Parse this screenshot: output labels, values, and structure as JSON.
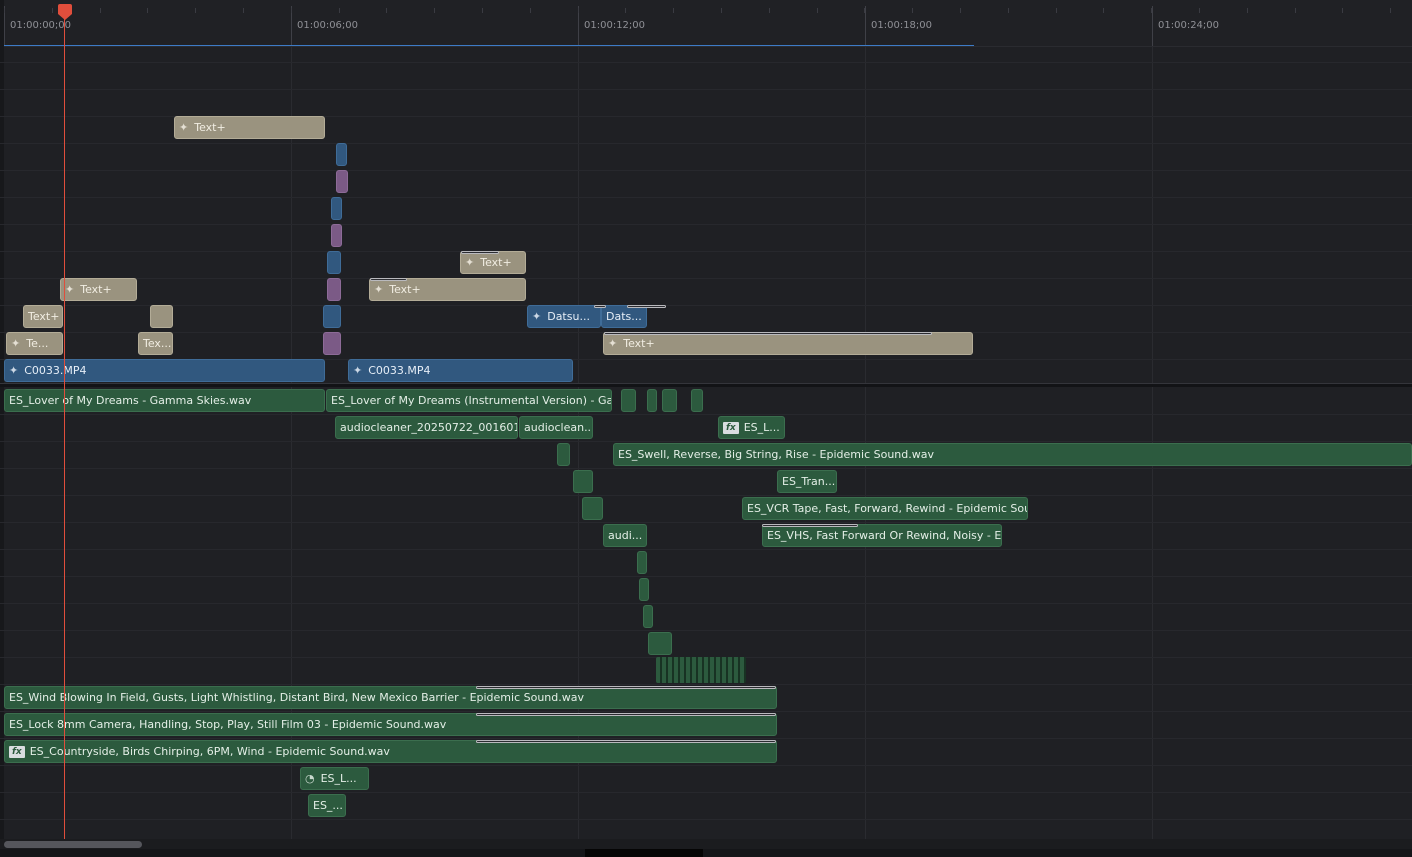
{
  "ruler": {
    "timecodes": [
      "01:00:00;00",
      "01:00:06;00",
      "01:00:12;00",
      "01:00:18;00",
      "01:00:24;00"
    ]
  },
  "clips": {
    "text_plus": "Text+",
    "text_short": "Text+",
    "te": "Te...",
    "tex": "Tex...",
    "c0033_a": "C0033.MP4",
    "c0033_b": "C0033.MP4",
    "datsu_a": "Datsu...",
    "datsu_b": "Dats...",
    "a1_lover": "ES_Lover of My Dreams - Gamma Skies.wav",
    "a1_lover_inst": "ES_Lover of My Dreams (Instrumental Version) - Ga...",
    "a2_cleaner_a": "audiocleaner_20250722_001601...",
    "a2_cleaner_b": "audioclean...",
    "a2_es_l": "ES_L...",
    "a3_swell": "ES_Swell, Reverse, Big String, Rise - Epidemic Sound.wav",
    "a4_tran": "ES_Tran...",
    "a5_vcr": "ES_VCR Tape, Fast, Forward, Rewind - Epidemic Soun...",
    "a6_audi": "audi...",
    "a6_vhs": "ES_VHS, Fast Forward Or Rewind, Noisy - Ep...",
    "a11_wind": "ES_Wind Blowing In Field, Gusts, Light Whistling, Distant Bird, New Mexico Barrier - Epidemic Sound.wav",
    "a12_lock": "ES_Lock 8mm Camera, Handling, Stop, Play, Still Film 03 - Epidemic Sound.wav",
    "a13_country": "ES_Countryside, Birds Chirping, 6PM, Wind - Epidemic Sound.wav",
    "a14_es_l": "ES_L...",
    "a15_es": "ES_..."
  },
  "badges": {
    "fx": "fx"
  },
  "icons": {
    "sparkle": "sparkle-icon",
    "speed": "speed-icon",
    "fx": "fx-icon"
  },
  "colors": {
    "title_clip": "#9a937f",
    "video_clip": "#31587f",
    "audio_clip": "#2c5a3e",
    "compound_clip": "#7b5a86",
    "playhead": "#e04e3c",
    "render_bar": "#3d7bc7"
  }
}
